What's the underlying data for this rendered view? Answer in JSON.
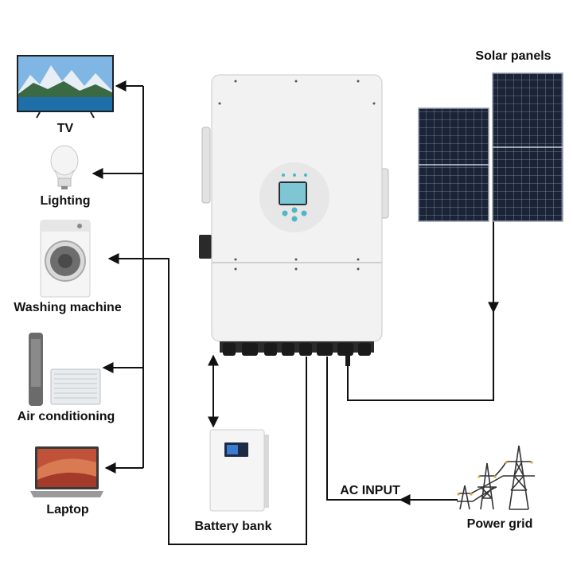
{
  "labels": {
    "tv": "TV",
    "lighting": "Lighting",
    "washing_machine": "Washing machine",
    "air_conditioning": "Air conditioning",
    "laptop": "Laptop",
    "solar_panels": "Solar panels",
    "battery_bank": "Battery bank",
    "ac_input": "AC INPUT",
    "power_grid": "Power grid"
  },
  "colors": {
    "wire": "#111111",
    "inverter_body": "#f1f2f1",
    "solar_cell": "#1b2436",
    "display_accent": "#4fb6c8"
  }
}
